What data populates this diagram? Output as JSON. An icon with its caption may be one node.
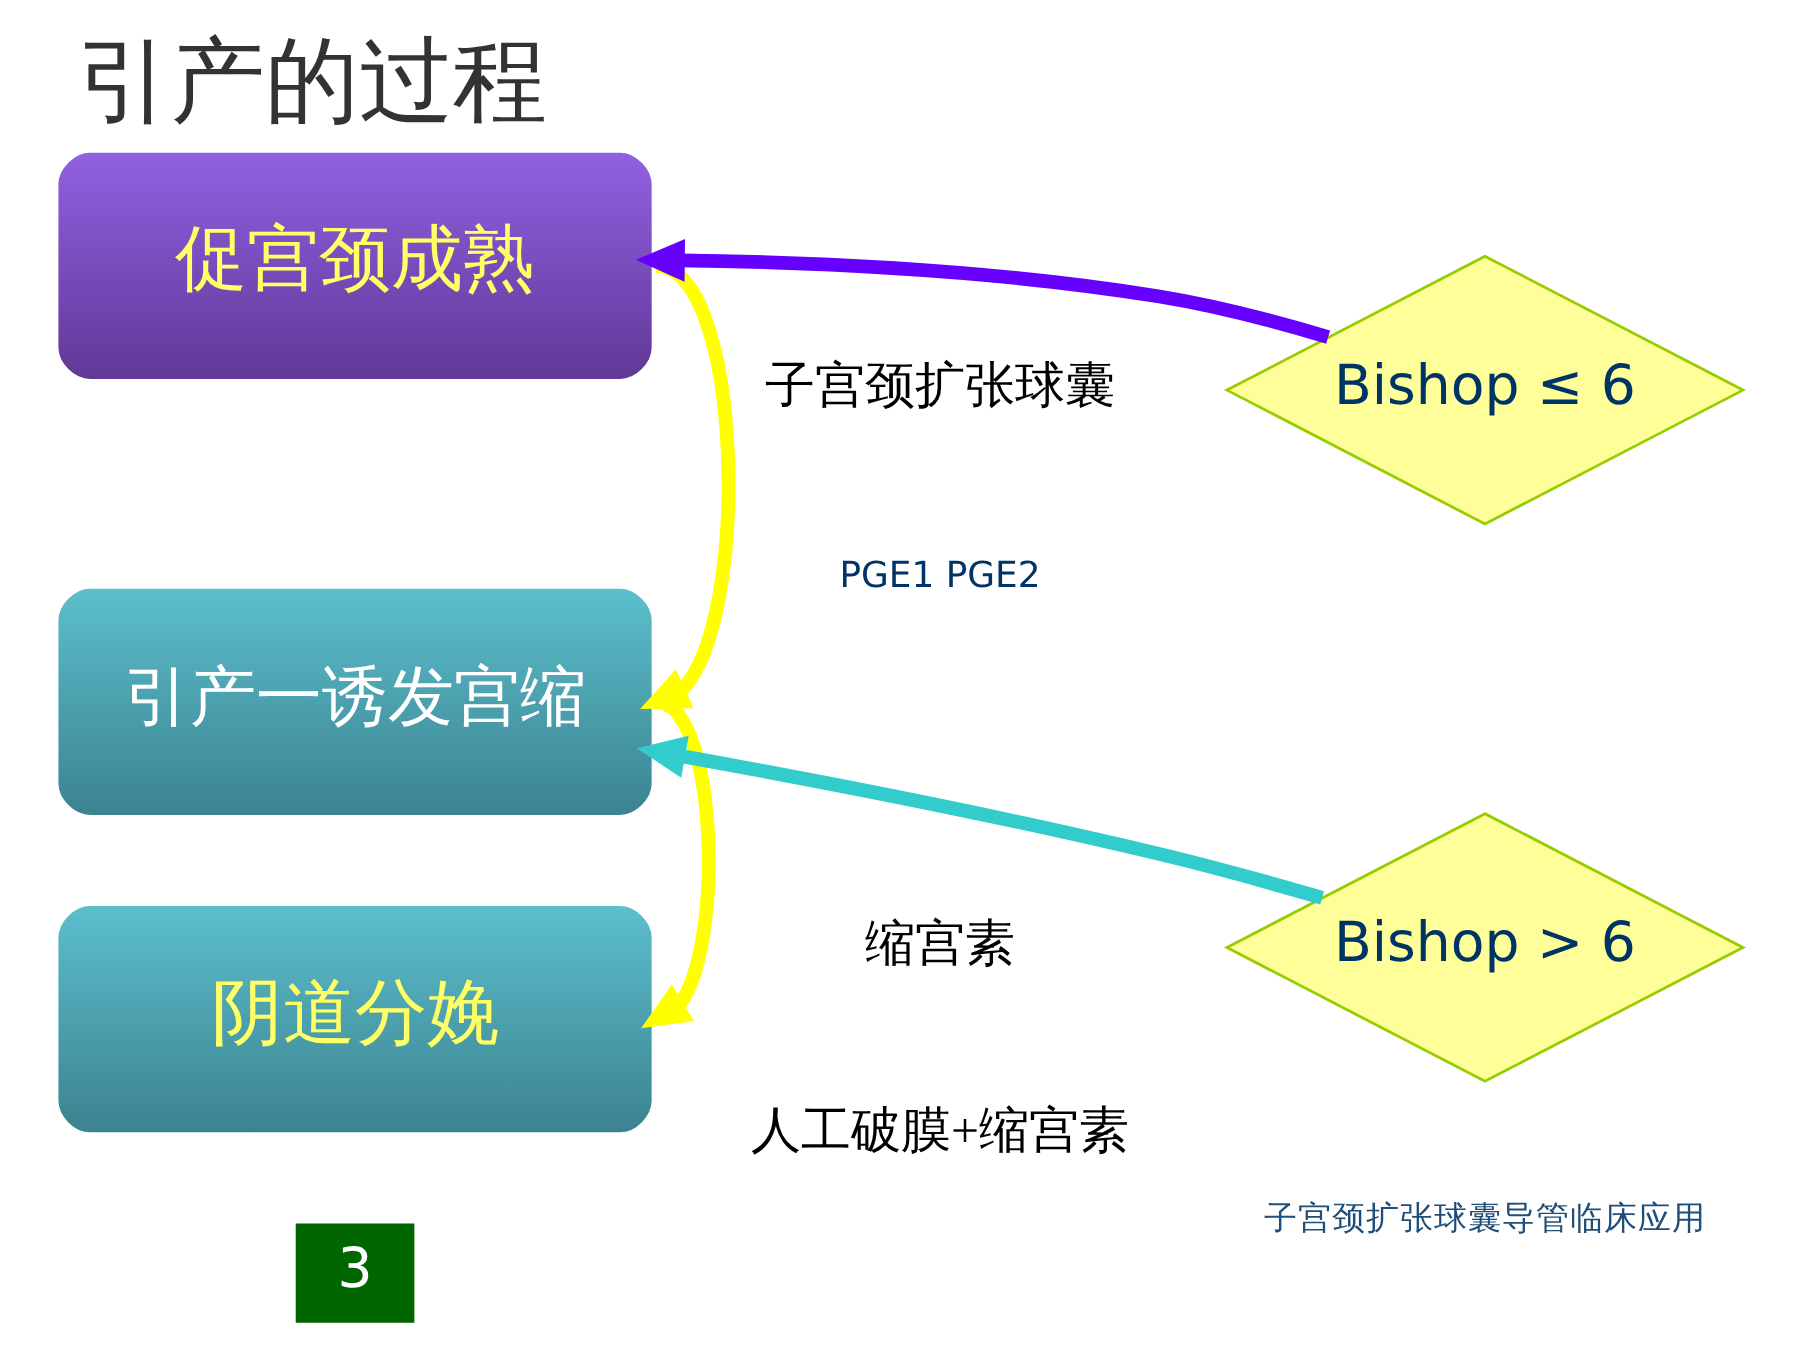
{
  "diagram": {
    "title": "引产的过程",
    "nodes": [
      {
        "text": [
          "促宫颈成熟"
        ]
      },
      {
        "text": [
          "引产一诱发宫缩"
        ]
      },
      {
        "text": [
          "阴道分娩"
        ]
      },
      {
        "text": [
          "Bishop ≤ 6"
        ]
      },
      {
        "text": [
          "Bishop > 6"
        ]
      }
    ],
    "edges": [
      {
        "from": 0,
        "to": 1,
        "arrow": "to",
        "color": "#ffff00"
      },
      {
        "from": 1,
        "to": 2,
        "arrow": "to",
        "color": "#ffff00"
      },
      {
        "from": 3,
        "to": 0,
        "arrow": "to",
        "color": "#6600ff"
      },
      {
        "from": 4,
        "to": 1,
        "arrow": "to",
        "color": "#33cccc"
      }
    ],
    "labels": [
      "子宫颈扩张球囊",
      "PGE1 PGE2",
      "缩宫素",
      "人工破膜+缩宫素",
      "3",
      "子宫颈扩张球囊导管临床应用"
    ]
  }
}
